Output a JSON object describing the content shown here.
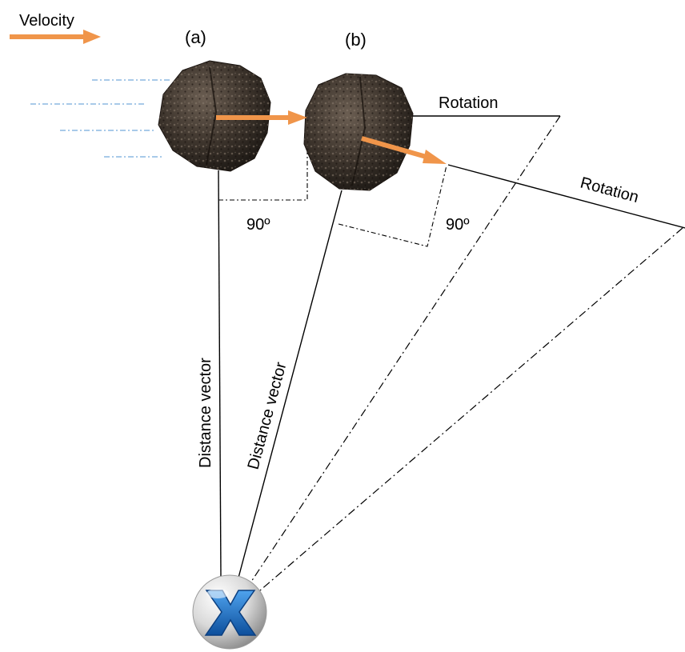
{
  "labels": {
    "velocity": "Velocity",
    "state_a": "(a)",
    "state_b": "(b)",
    "rotation_1": "Rotation",
    "rotation_2": "Rotation",
    "angle_1": "90º",
    "angle_2": "90º",
    "distance_vector_1": "Distance vector",
    "distance_vector_2": "Distance vector"
  },
  "colors": {
    "velocity_arrow": "#f0954a",
    "motion_lines": "#5b9bd5",
    "asteroid_dark": "#2a241f",
    "asteroid_light": "#6b5e52",
    "observer_x": "#1f74c8"
  },
  "icons": {
    "asteroid": "rock-icon",
    "observer": "x-ball-icon"
  }
}
